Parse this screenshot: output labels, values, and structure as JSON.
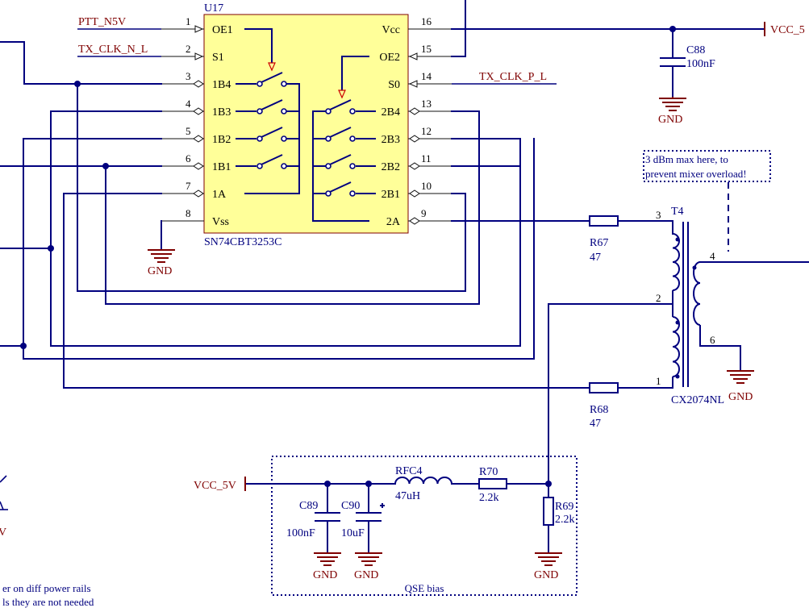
{
  "u17": {
    "designator": "U17",
    "part": "SN74CBT3253C",
    "left_pins": [
      {
        "num": "1",
        "name": "OE1",
        "net": "PTT_N5V"
      },
      {
        "num": "2",
        "name": "S1",
        "net": "TX_CLK_N_L"
      },
      {
        "num": "3",
        "name": "1B4",
        "net": ""
      },
      {
        "num": "4",
        "name": "1B3",
        "net": ""
      },
      {
        "num": "5",
        "name": "1B2",
        "net": ""
      },
      {
        "num": "6",
        "name": "1B1",
        "net": ""
      },
      {
        "num": "7",
        "name": "1A",
        "net": ""
      },
      {
        "num": "8",
        "name": "Vss",
        "net": ""
      }
    ],
    "right_pins": [
      {
        "num": "16",
        "name": "Vcc",
        "net": ""
      },
      {
        "num": "15",
        "name": "OE2",
        "net": ""
      },
      {
        "num": "14",
        "name": "S0",
        "net": "TX_CLK_P_L"
      },
      {
        "num": "13",
        "name": "2B4",
        "net": ""
      },
      {
        "num": "12",
        "name": "2B3",
        "net": ""
      },
      {
        "num": "11",
        "name": "2B2",
        "net": ""
      },
      {
        "num": "10",
        "name": "2B1",
        "net": ""
      },
      {
        "num": "9",
        "name": "2A",
        "net": ""
      }
    ]
  },
  "nets": {
    "vcc_top": "VCC_5",
    "vcc_bias": "VCC_5V",
    "gnd": "GND"
  },
  "components": {
    "c88": {
      "ref": "C88",
      "value": "100nF"
    },
    "c89": {
      "ref": "C89",
      "value": "100nF"
    },
    "c90": {
      "ref": "C90",
      "value": "10uF"
    },
    "rfc4": {
      "ref": "RFC4",
      "value": "47uH"
    },
    "r67": {
      "ref": "R67",
      "value": "47"
    },
    "r68": {
      "ref": "R68",
      "value": "47"
    },
    "r69": {
      "ref": "R69",
      "value": "2.2k"
    },
    "r70": {
      "ref": "R70",
      "value": "2.2k"
    },
    "t4": {
      "ref": "T4",
      "part": "CX2074NL",
      "pins": {
        "p1": "1",
        "p2": "2",
        "p3": "3",
        "p4": "4",
        "p6": "6"
      }
    }
  },
  "notes": {
    "mixer_note_line1": "3 dBm max here, to",
    "mixer_note_line2": "prevent mixer overload!",
    "qse_bias": "QSE bias",
    "left_note_line1": "er on diff power rails",
    "left_note_line2": "ls they are not needed"
  },
  "left_edge_fragments": [
    "V"
  ]
}
